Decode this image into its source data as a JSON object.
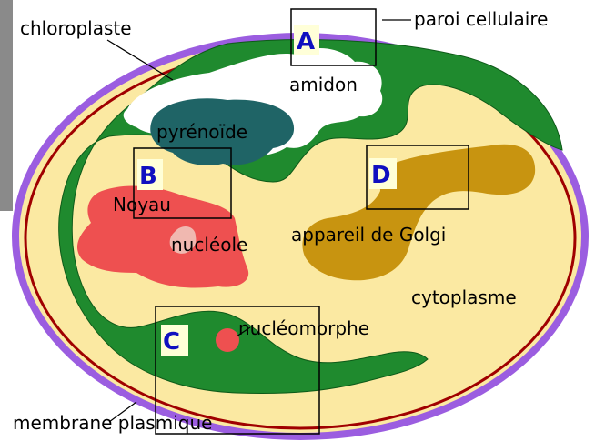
{
  "colors": {
    "wall": "#9b5de0",
    "membrane": "#a00000",
    "cytoplasm": "#fbe9a2",
    "chloroplast": "#1f8a2e",
    "starch": "#ffffff",
    "pyrenoid": "#1f6466",
    "nucleus": "#ee5050",
    "nucleolus": "#f0b8b0",
    "golgi": "#c89410",
    "nucleomorph": "#ee5050",
    "letter_bg": "#ffffd8",
    "letter": "#1010c0"
  },
  "labels": {
    "chloroplaste": "chloroplaste",
    "paroi": "paroi cellulaire",
    "amidon": "amidon",
    "pyrenoide": "pyrénoïde",
    "noyau": "Noyau",
    "nucleole": "nucléole",
    "golgi": "appareil de Golgi",
    "cytoplasme": "cytoplasme",
    "nucleomorphe": "nucléomorphe",
    "membrane": "membrane plasmique"
  },
  "boxes": {
    "a": "A",
    "b": "B",
    "c": "C",
    "d": "D"
  }
}
